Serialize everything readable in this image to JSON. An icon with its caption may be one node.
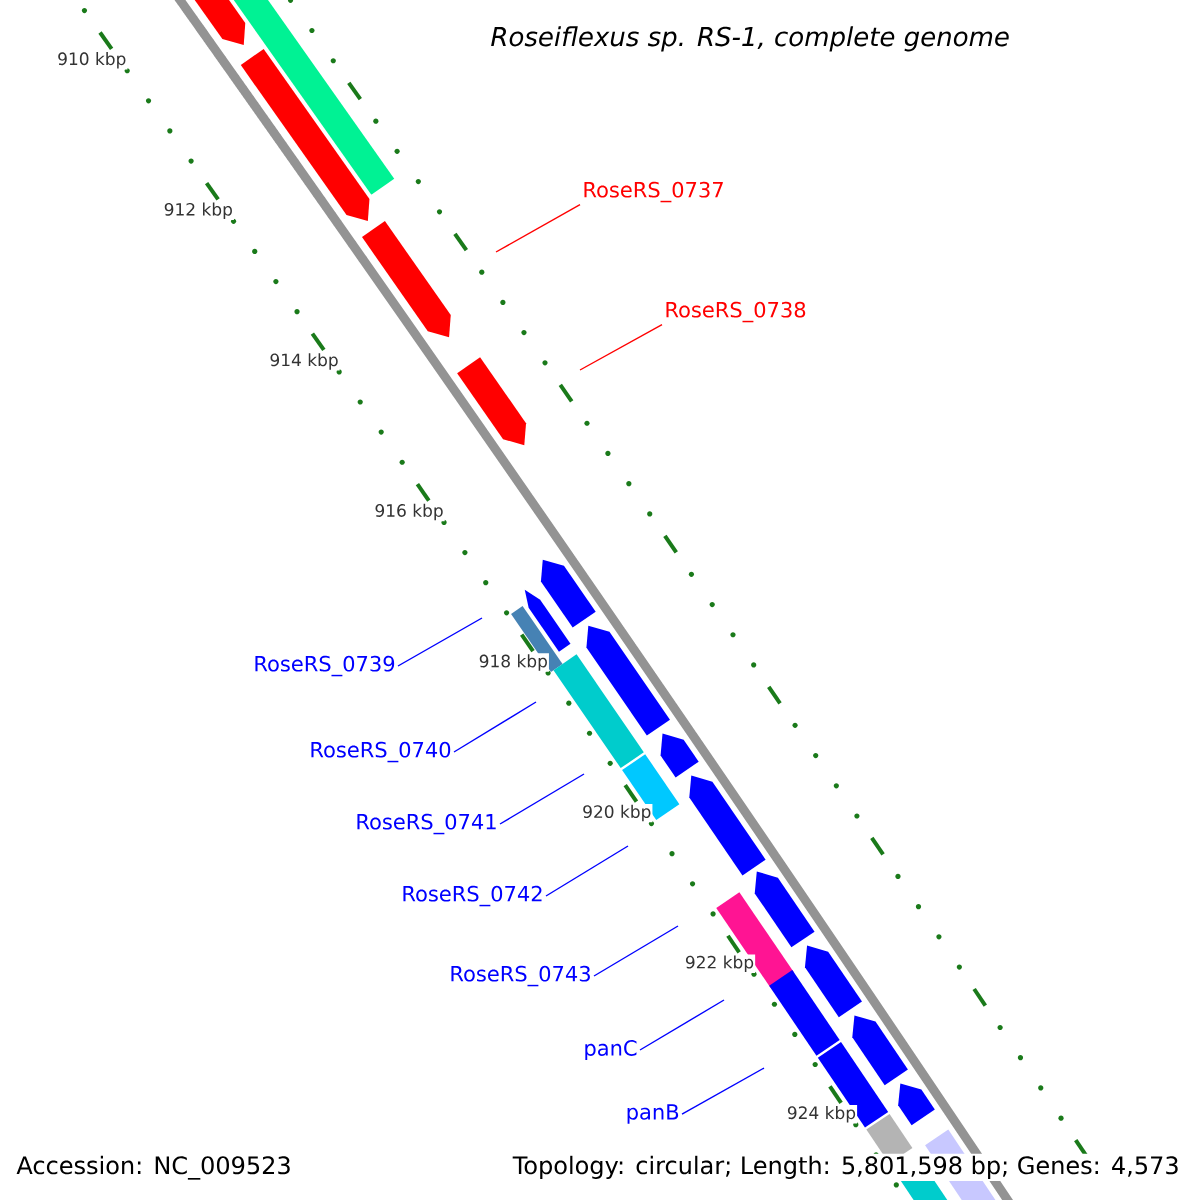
{
  "diagram": {
    "title": "Roseiflexus sp. RS-1, complete genome",
    "nodes": [
      {
        "text": [
          "RoseRS_0737"
        ]
      },
      {
        "text": [
          "RoseRS_0738"
        ]
      },
      {
        "text": [
          "RoseRS_0739"
        ]
      },
      {
        "text": [
          "RoseRS_0740"
        ]
      },
      {
        "text": [
          "RoseRS_0741"
        ]
      },
      {
        "text": [
          "RoseRS_0742"
        ]
      },
      {
        "text": [
          "RoseRS_0743"
        ]
      },
      {
        "text": [
          "panC"
        ]
      },
      {
        "text": [
          "panB"
        ]
      }
    ],
    "edges": [
      {
        "from": 0,
        "to": null,
        "arrow": "none",
        "color": "#ff0000"
      },
      {
        "from": 1,
        "to": null,
        "arrow": "none",
        "color": "#ff0000"
      },
      {
        "from": 2,
        "to": null,
        "arrow": "none"
      },
      {
        "from": 3,
        "to": null,
        "arrow": "none"
      },
      {
        "from": 4,
        "to": null,
        "arrow": "none"
      },
      {
        "from": 5,
        "to": null,
        "arrow": "none"
      },
      {
        "from": 6,
        "to": null,
        "arrow": "none"
      },
      {
        "from": 7,
        "to": null,
        "arrow": "none"
      },
      {
        "from": 8,
        "to": null,
        "arrow": "none"
      }
    ],
    "labels": [
      "910 kbp",
      "912 kbp",
      "914 kbp",
      "916 kbp",
      "918 kbp",
      "920 kbp",
      "922 kbp",
      "924 kbp",
      "Accession: NC_009523",
      "Topology: circular; Length: 5,801,598 bp; Genes: 4,573"
    ]
  }
}
